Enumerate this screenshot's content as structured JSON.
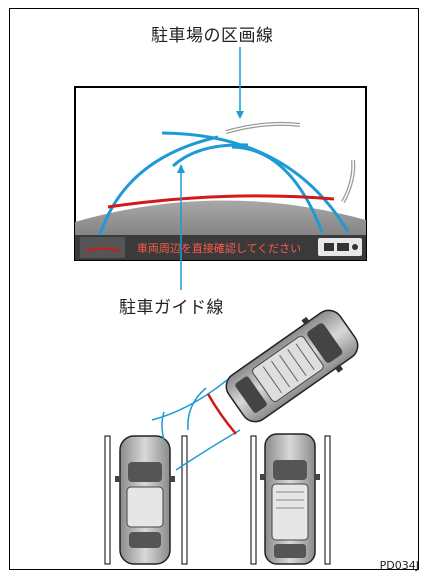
{
  "labels": {
    "parking_lines": "駐車場の区画線",
    "guide_lines": "駐車ガイド線"
  },
  "screen": {
    "warning": "車両周辺を直接確認してください"
  },
  "figure_code": "PD034J",
  "colors": {
    "guide_blue": "#1e9ad6",
    "guide_red": "#d01a1a",
    "screen_bg": "#ffffff",
    "ground_gray": "#7d7d7d",
    "bottom_bar": "#3a3a3a",
    "warning_text": "#ff5a4a"
  }
}
